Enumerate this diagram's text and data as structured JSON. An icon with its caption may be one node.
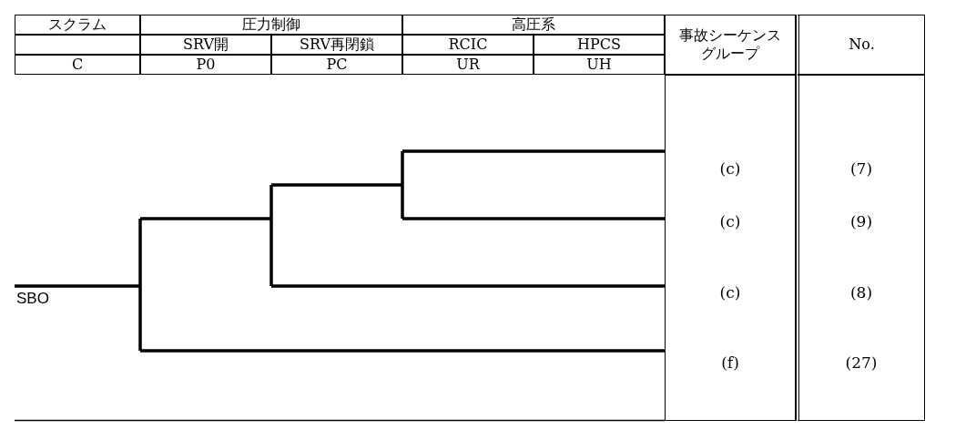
{
  "diagram": {
    "labels": [
      "スクラム",
      "圧力制御",
      "高圧系",
      "事故シーケンスグループ",
      "No.",
      "SRV開",
      "SRV再閉鎖",
      "RCIC",
      "HPCS",
      "C",
      "P0",
      "PC",
      "UR",
      "UH",
      "SBO",
      "(c)",
      "(7)",
      "(c)",
      "(9)",
      "(c)",
      "(8)",
      "(f)",
      "(27)"
    ]
  }
}
